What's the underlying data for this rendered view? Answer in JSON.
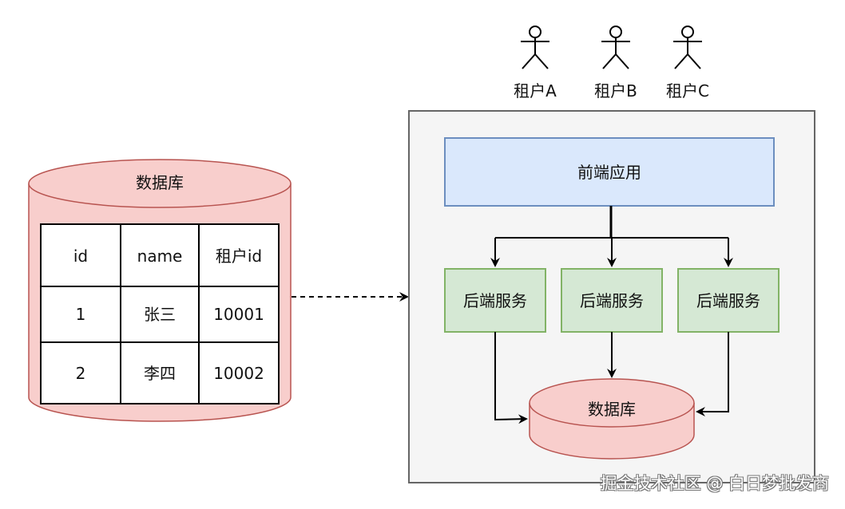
{
  "tenants": [
    {
      "label": "租户A"
    },
    {
      "label": "租户B"
    },
    {
      "label": "租户C"
    }
  ],
  "left_database": {
    "title": "数据库",
    "table": {
      "headers": [
        "id",
        "name",
        "租户id"
      ],
      "rows": [
        [
          "1",
          "张三",
          "10001"
        ],
        [
          "2",
          "李四",
          "10002"
        ]
      ]
    }
  },
  "system": {
    "frontend": {
      "label": "前端应用"
    },
    "backends": [
      {
        "label": "后端服务"
      },
      {
        "label": "后端服务"
      },
      {
        "label": "后端服务"
      }
    ],
    "database": {
      "label": "数据库"
    }
  },
  "colors": {
    "db_fill": "#f8cecc",
    "db_stroke": "#b85450",
    "frontend_fill": "#dae8fc",
    "frontend_stroke": "#6c8ebf",
    "backend_fill": "#d5e8d4",
    "backend_stroke": "#82b366",
    "container_fill": "#f5f5f5",
    "container_stroke": "#666666"
  },
  "watermark": "掘金技术社区 @ 白日梦批发商"
}
